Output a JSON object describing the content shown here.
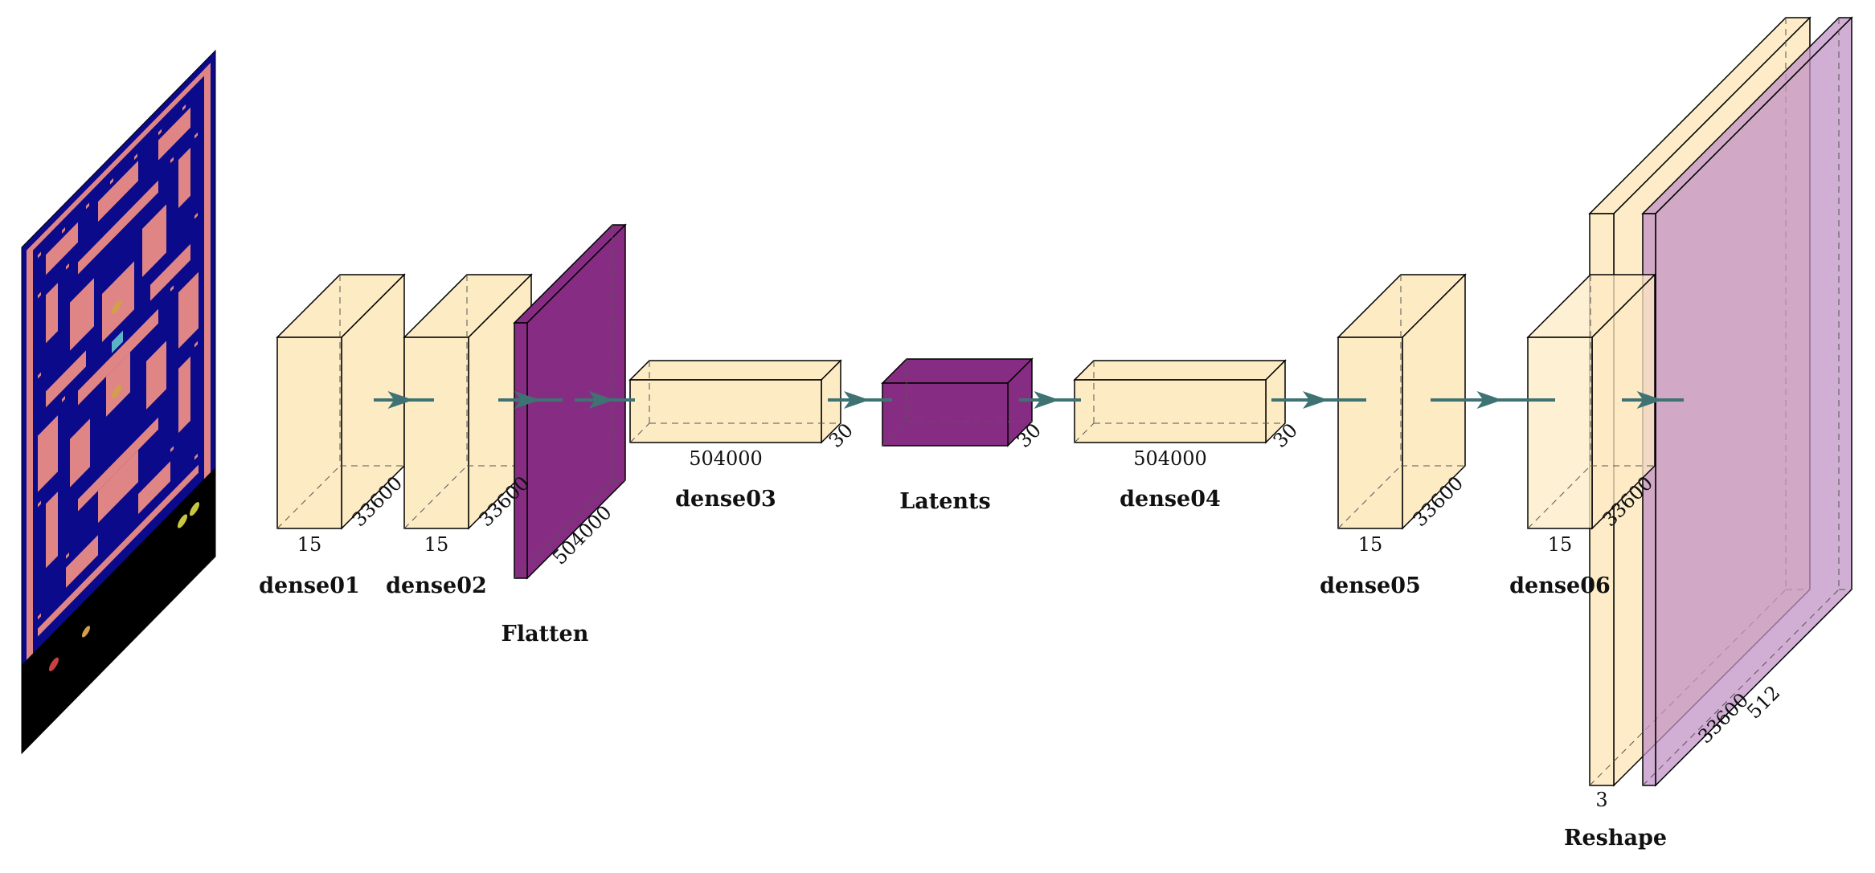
{
  "colors": {
    "dense_face": "#FDEBC4",
    "latent_face": "#862D83",
    "reshape_right_face": "#C193C6",
    "arrow": "#3F7373",
    "maze_wall": "#E08585",
    "maze_bg": "#0A0A8A"
  },
  "input_image": {
    "icon": "pacman-maze-image"
  },
  "layers": [
    {
      "id": "dense01",
      "name": "dense01",
      "width_label": "15",
      "depth_label": "33600"
    },
    {
      "id": "dense02",
      "name": "dense02",
      "width_label": "15",
      "depth_label": "33600"
    },
    {
      "id": "flatten",
      "name": "Flatten",
      "depth_label": "504000"
    },
    {
      "id": "dense03",
      "name": "dense03",
      "width_label": "504000",
      "depth_label": "30"
    },
    {
      "id": "latents",
      "name": "Latents",
      "depth_label": "30"
    },
    {
      "id": "dense04",
      "name": "dense04",
      "width_label": "504000",
      "depth_label": "30"
    },
    {
      "id": "dense05",
      "name": "dense05",
      "width_label": "15",
      "depth_label": "33600"
    },
    {
      "id": "dense06",
      "name": "dense06",
      "width_label": "15",
      "depth_label": "33600"
    },
    {
      "id": "reshape",
      "name": "Reshape",
      "width_label": "3",
      "depth_label": "33600",
      "depth_label2": "512"
    }
  ]
}
